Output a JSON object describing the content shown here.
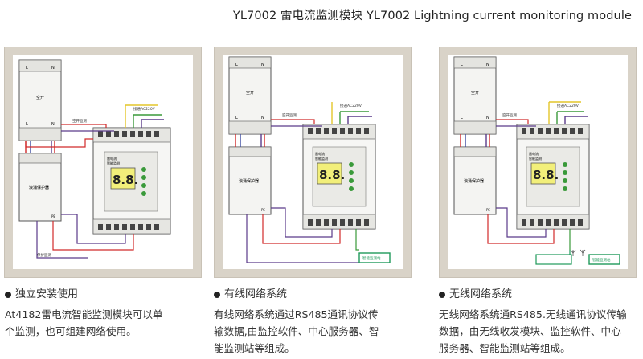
{
  "header": {
    "title": "YL7002 雷电流监测模块 YL7002 Lightning current monitoring module"
  },
  "diagrams": [
    {
      "breaker_label": "空开",
      "breaker_terminals": [
        "L",
        "N",
        "L",
        "N"
      ],
      "breaker_monitor_label": "空开监测",
      "spd_label": "浪涌保护器",
      "spd_monitor_label": "PE",
      "power_label": "接通AC220V",
      "display_value": "8.8.",
      "surge_monitor_label": "保护监测",
      "module_labels": [
        "雷电流",
        "智能监测"
      ],
      "station_label": ""
    },
    {
      "breaker_label": "空开",
      "breaker_terminals": [
        "L",
        "N",
        "L",
        "N"
      ],
      "breaker_monitor_label": "空开监测",
      "spd_label": "浪涌保护器",
      "spd_monitor_label": "PE",
      "power_label": "接通AC220V",
      "display_value": "8.8.",
      "surge_monitor_label": "",
      "module_labels": [
        "雷电流",
        "智能监测"
      ],
      "station_label": "智能监测站"
    },
    {
      "breaker_label": "空开",
      "breaker_terminals": [
        "L",
        "N",
        "L",
        "N"
      ],
      "breaker_monitor_label": "空开监测",
      "spd_label": "浪涌保护器",
      "spd_monitor_label": "PE",
      "power_label": "接通AC220V",
      "display_value": "8.8.",
      "surge_monitor_label": "",
      "module_labels": [
        "雷电流",
        "智能监测"
      ],
      "station_label": "智能监测站"
    }
  ],
  "captions": [
    {
      "heading": "独立安装使用",
      "lines": [
        "At4182雷电流智能监测模块可以单",
        "个监测，也可组建网络使用。"
      ]
    },
    {
      "heading": "有线网络系统",
      "lines": [
        "有线网络系统通过RS485通讯协议传",
        "输数据,由监控软件、中心服务器、智",
        "能监测站等组成。"
      ]
    },
    {
      "heading": "无线网络系统",
      "lines": [
        "无线网络系统通RS485.无线通讯协议传输",
        "数据，由无线收发模块、监控软件、中心",
        "服务器、智能监测站等组成。"
      ]
    }
  ],
  "colors": {
    "panel_frame": "#d9d3c8",
    "wire_red": "#d12a2a",
    "wire_green": "#3a9a3a",
    "wire_yellow": "#e3c62a",
    "wire_purple": "#5a3a8a",
    "display_bg": "#f2ef7a",
    "station_green": "#1f9a5a"
  }
}
